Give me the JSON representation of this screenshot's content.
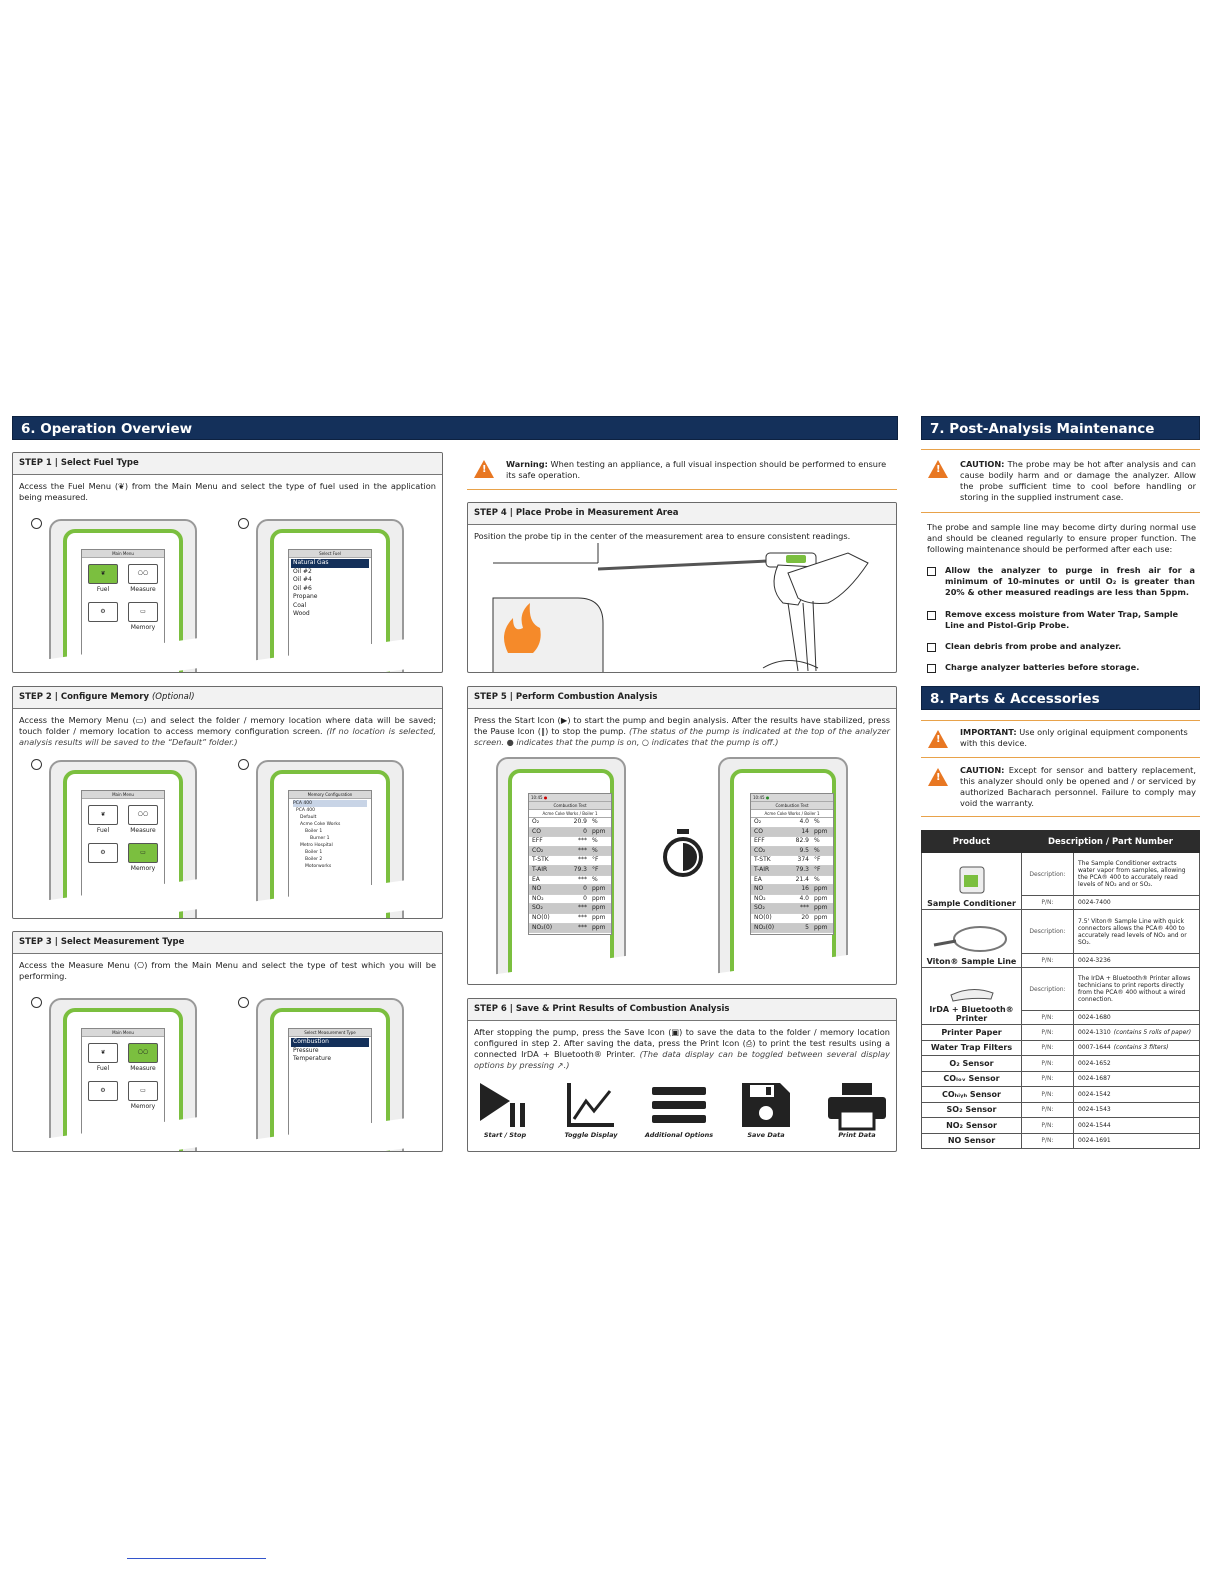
{
  "section6": {
    "title": "6.  Operation Overview"
  },
  "section7": {
    "title": "7.  Post-Analysis Maintenance"
  },
  "section8": {
    "title": "8.  Parts & Accessories"
  },
  "step1": {
    "title": "STEP 1 | Select Fuel Type",
    "text": "Access the Fuel Menu (❦) from the Main Menu and select the type of fuel used in the application being measured.",
    "main_menu": "Main Menu",
    "select_fuel": "Select Fuel",
    "fuel": "Fuel",
    "measure": "Measure",
    "memory": "Memory",
    "fuels": [
      "Natural Gas",
      "Oil #2",
      "Oil #4",
      "Oil #6",
      "Propane",
      "Coal",
      "Wood"
    ]
  },
  "step2": {
    "title": "STEP 2 | Configure Memory",
    "optional": "(Optional)",
    "text": "Access the Memory Menu (▭) and select the folder / memory location where data will be saved; touch folder / memory location to access memory configuration screen.",
    "note": "(If no location is selected, analysis results will be saved to the “Default” folder.)",
    "mem_cfg": "Memory Configuration",
    "tree": [
      "PCA 400",
      "PCA 400",
      "Default",
      "Acme Coke Works",
      "Boiler 1",
      "Burner 1",
      "Metro Hospital",
      "Boiler 1",
      "Boiler 2",
      "Motorworks"
    ]
  },
  "step3": {
    "title": "STEP 3 | Select Measurement Type",
    "text": "Access the Measure Menu (⎔) from the Main Menu and select the type of test which you will be performing.",
    "sel_meas": "Select Measurement Type",
    "types": [
      "Combustion",
      "Pressure",
      "Temperature"
    ]
  },
  "warning": {
    "label": "Warning:",
    "text": " When testing an appliance, a full visual inspection should be performed to ensure its safe operation."
  },
  "step4": {
    "title": "STEP 4 | Place Probe in Measurement Area",
    "text": "Position the probe tip in the center of the measurement area to ensure consistent readings."
  },
  "step5": {
    "title": "STEP 5 | Perform Combustion Analysis",
    "text": "Press the Start Icon (▶) to start the pump and begin analysis. After the results have stabilized, press the Pause Icon (‖) to stop the pump.",
    "note": "(The status of the pump is indicated at the top of the analyzer screen. ● indicates that the pump is on, ○ indicates that the pump is off.)",
    "screen_title": "Combustion Test",
    "screen_sub": "Acme Coke Works / Boiler 1",
    "time": "10:45",
    "left": [
      [
        "O₂",
        "20.9",
        "%"
      ],
      [
        "CO",
        "0",
        "ppm"
      ],
      [
        "EFF",
        "***",
        "%"
      ],
      [
        "CO₂",
        "***",
        "%"
      ],
      [
        "T-STK",
        "***",
        "°F"
      ],
      [
        "T-AIR",
        "79.3",
        "°F"
      ],
      [
        "EA",
        "***",
        "%"
      ],
      [
        "NO",
        "0",
        "ppm"
      ],
      [
        "NO₂",
        "0",
        "ppm"
      ],
      [
        "SO₂",
        "***",
        "ppm"
      ],
      [
        "NO(0)",
        "***",
        "ppm"
      ],
      [
        "NO₂(0)",
        "***",
        "ppm"
      ]
    ],
    "right": [
      [
        "O₂",
        "4.0",
        "%"
      ],
      [
        "CO",
        "14",
        "ppm"
      ],
      [
        "EFF",
        "82.9",
        "%"
      ],
      [
        "CO₂",
        "9.5",
        "%"
      ],
      [
        "T-STK",
        "374",
        "°F"
      ],
      [
        "T-AIR",
        "79.3",
        "°F"
      ],
      [
        "EA",
        "21.4",
        "%"
      ],
      [
        "NO",
        "16",
        "ppm"
      ],
      [
        "NO₂",
        "4.0",
        "ppm"
      ],
      [
        "SO₂",
        "***",
        "ppm"
      ],
      [
        "NO(0)",
        "20",
        "ppm"
      ],
      [
        "NO₂(0)",
        "5",
        "ppm"
      ]
    ]
  },
  "step6": {
    "title": "STEP 6 | Save & Print Results of Combustion Analysis",
    "text": "After stopping the pump, press the Save Icon (▣) to save the data to the folder / memory location configured in step 2. After saving the data, press the Print Icon (⎙) to print the test results using a connected IrDA + Bluetooth® Printer.",
    "note": "(The data display can be toggled between several display options by pressing ↗.)",
    "icons": [
      "Start / Stop",
      "Toggle Display",
      "Additional Options",
      "Save Data",
      "Print Data"
    ]
  },
  "caution1": {
    "label": "CAUTION:",
    "text": " The probe may be hot after analysis and can cause bodily harm and or damage the analyzer. Allow the probe sufficient time to cool before handling or storing in the supplied instrument case."
  },
  "maint_intro": "The probe and sample line may become dirty during normal use and should be cleaned regularly to ensure proper function. The following maintenance should be performed after each use:",
  "checklist": [
    "Allow the analyzer to purge in fresh air for a minimum of 10-minutes or until O₂ is greater than 20% & other measured readings are less than 5ppm.",
    "Remove excess moisture from Water Trap, Sample Line and Pistol-Grip Probe.",
    "Clean debris from probe and analyzer.",
    "Charge analyzer batteries before storage."
  ],
  "important": {
    "label": "IMPORTANT:",
    "text": " Use only original equipment components with this device."
  },
  "caution2": {
    "label": "CAUTION:",
    "text": " Except for sensor and battery replacement, this analyzer should only be opened and / or serviced by authorized Bacharach personnel. Failure to comply may void the warranty."
  },
  "parts": {
    "col_product": "Product",
    "col_desc": "Description / Part Number",
    "desc_label": "Description:",
    "pn_label": "P/N:",
    "featured": [
      {
        "name": "Sample Conditioner",
        "desc": "The Sample Conditioner extracts water vapor from samples, allowing the PCA® 400 to accurately read levels of NO₂ and or SO₂.",
        "pn": "0024-7400"
      },
      {
        "name": "Viton® Sample Line",
        "desc": "7.5' Viton® Sample Line with quick connectors allows the PCA® 400 to accurately read levels of NO₂ and or SO₂.",
        "pn": "0024-3236"
      },
      {
        "name": "IrDA + Bluetooth® Printer",
        "desc": "The IrDA + Bluetooth® Printer allows technicians to print reports directly from the PCA® 400 without a wired connection.",
        "pn": "0024-1680"
      }
    ],
    "simple": [
      {
        "name": "Printer Paper",
        "pn": "0024-1310",
        "note": "(contains 5 rolls of paper)"
      },
      {
        "name": "Water Trap Filters",
        "pn": "0007-1644",
        "note": "(contains 3 filters)"
      },
      {
        "name": "O₂ Sensor",
        "pn": "0024-1652",
        "note": ""
      },
      {
        "name": "COₗₒᵥ Sensor",
        "pn": "0024-1687",
        "note": ""
      },
      {
        "name": "COₕᵢᵧₕ Sensor",
        "pn": "0024-1542",
        "note": ""
      },
      {
        "name": "SO₂ Sensor",
        "pn": "0024-1543",
        "note": ""
      },
      {
        "name": "NO₂ Sensor",
        "pn": "0024-1544",
        "note": ""
      },
      {
        "name": "NO Sensor",
        "pn": "0024-1691",
        "note": ""
      }
    ]
  },
  "colors": {
    "navy": "#14305a",
    "green": "#7bbf3f",
    "orange": "#e87722"
  }
}
